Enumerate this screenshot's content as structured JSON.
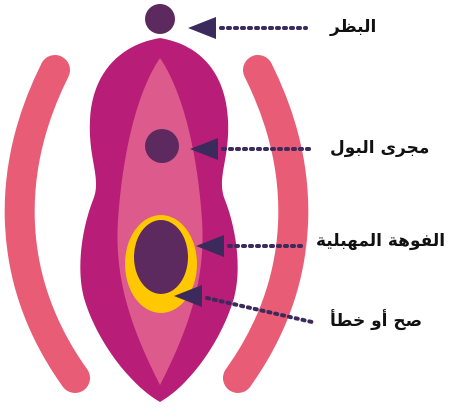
{
  "labels": {
    "clitoris": "البظر",
    "urethra": "مجرى البول",
    "vaginal_opening": "الفوهة المهبلية",
    "quiz": "صح أو خطأ"
  },
  "colors": {
    "outer_labia": "#e85d75",
    "vulva_outer": "#b81e78",
    "vulva_inner": "#dc5a8c",
    "openings": "#5c2a5e",
    "hymen_ring": "#ffc800",
    "arrows": "#3c2a5c",
    "background": "#ffffff"
  },
  "icons": {
    "pointer": "arrow-left-dotted-icon"
  }
}
